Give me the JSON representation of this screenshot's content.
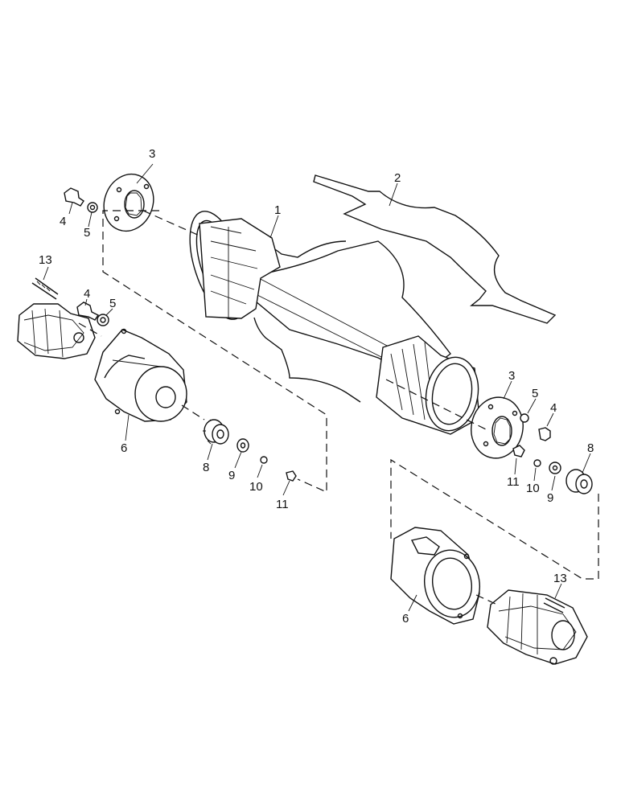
{
  "diagram": {
    "callouts": {
      "c1": "1",
      "c2": "2",
      "c3a": "3",
      "c3b": "3",
      "c4a": "4",
      "c4b": "4",
      "c4c": "4",
      "c5a": "5",
      "c5b": "5",
      "c5c": "5",
      "c6a": "6",
      "c6b": "6",
      "c8a": "8",
      "c8b": "8",
      "c9a": "9",
      "c9b": "9",
      "c10a": "10",
      "c10b": "10",
      "c11a": "11",
      "c11b": "11",
      "c13a": "13",
      "c13b": "13"
    }
  }
}
